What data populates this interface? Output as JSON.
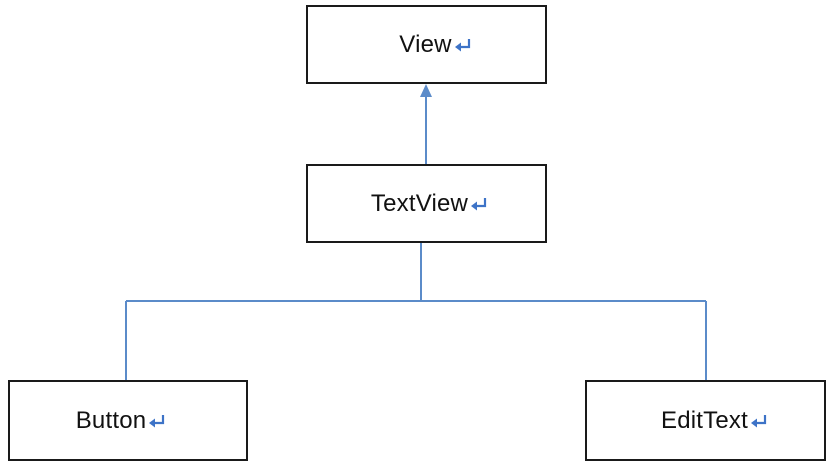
{
  "nodes": {
    "view": {
      "label": "View"
    },
    "textview": {
      "label": "TextView"
    },
    "button": {
      "label": "Button"
    },
    "edittext": {
      "label": "EditText"
    }
  },
  "edges": [
    {
      "from": "textview",
      "to": "view",
      "arrow": "to"
    },
    {
      "from": "button",
      "to": "textview"
    },
    {
      "from": "edittext",
      "to": "textview"
    }
  ],
  "colors": {
    "connector": "#5b8bc9",
    "return_mark": "#3d73c7",
    "box_border": "#1a1a1a",
    "text": "#111111"
  },
  "icons": {
    "return_mark": "return-arrow-icon"
  }
}
